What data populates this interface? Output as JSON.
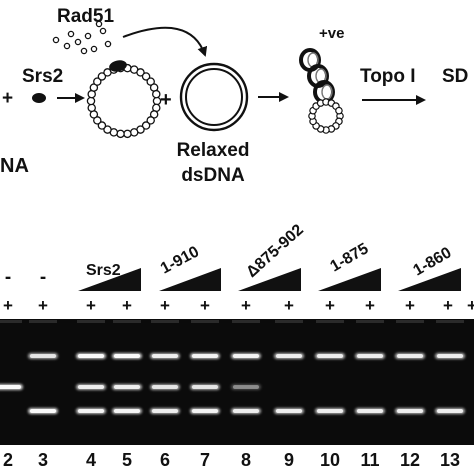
{
  "schematic": {
    "rad51_label": "Rad51",
    "srs2_label": "Srs2",
    "dna_label": "NA",
    "plus_sign": "+",
    "positive_label": "+ve",
    "relaxed_label_line1": "Relaxed",
    "relaxed_label_line2": "dsDNA",
    "topo_label": "Topo I",
    "sds_label": "SD"
  },
  "gel": {
    "lane_groups": [
      {
        "label": "Srs2",
        "rotated": false
      },
      {
        "label": "1-910",
        "rotated": false
      },
      {
        "label": "Δ875-902",
        "rotated": true
      },
      {
        "label": "1-875",
        "rotated": false
      },
      {
        "label": "1-860",
        "rotated": false
      }
    ],
    "minus_labels": [
      "-",
      "-"
    ],
    "plus_row": [
      "+",
      "+",
      "+",
      "+",
      "+",
      "+",
      "+",
      "+",
      "+",
      "+",
      "+",
      "+",
      "+"
    ],
    "lane_numbers": [
      "2",
      "3",
      "4",
      "5",
      "6",
      "7",
      "8",
      "9",
      "10",
      "11",
      "12",
      "13"
    ],
    "bands": [
      {
        "lane": 2,
        "top": 0.0,
        "mid": 0.9,
        "bot": 0.0
      },
      {
        "lane": 3,
        "top": 0.75,
        "mid": 0.0,
        "bot": 0.9
      },
      {
        "lane": 4,
        "top": 0.9,
        "mid": 0.8,
        "bot": 0.85
      },
      {
        "lane": 5,
        "top": 0.9,
        "mid": 0.8,
        "bot": 0.85
      },
      {
        "lane": 6,
        "top": 0.8,
        "mid": 0.75,
        "bot": 0.8
      },
      {
        "lane": 7,
        "top": 0.85,
        "mid": 0.75,
        "bot": 0.85
      },
      {
        "lane": 8,
        "top": 0.85,
        "mid": 0.35,
        "bot": 0.8
      },
      {
        "lane": 9,
        "top": 0.8,
        "mid": 0.0,
        "bot": 0.8
      },
      {
        "lane": 10,
        "top": 0.8,
        "mid": 0.0,
        "bot": 0.8
      },
      {
        "lane": 11,
        "top": 0.8,
        "mid": 0.0,
        "bot": 0.8
      },
      {
        "lane": 12,
        "top": 0.8,
        "mid": 0.0,
        "bot": 0.8
      },
      {
        "lane": 13,
        "top": 0.8,
        "mid": 0.0,
        "bot": 0.8
      }
    ]
  }
}
